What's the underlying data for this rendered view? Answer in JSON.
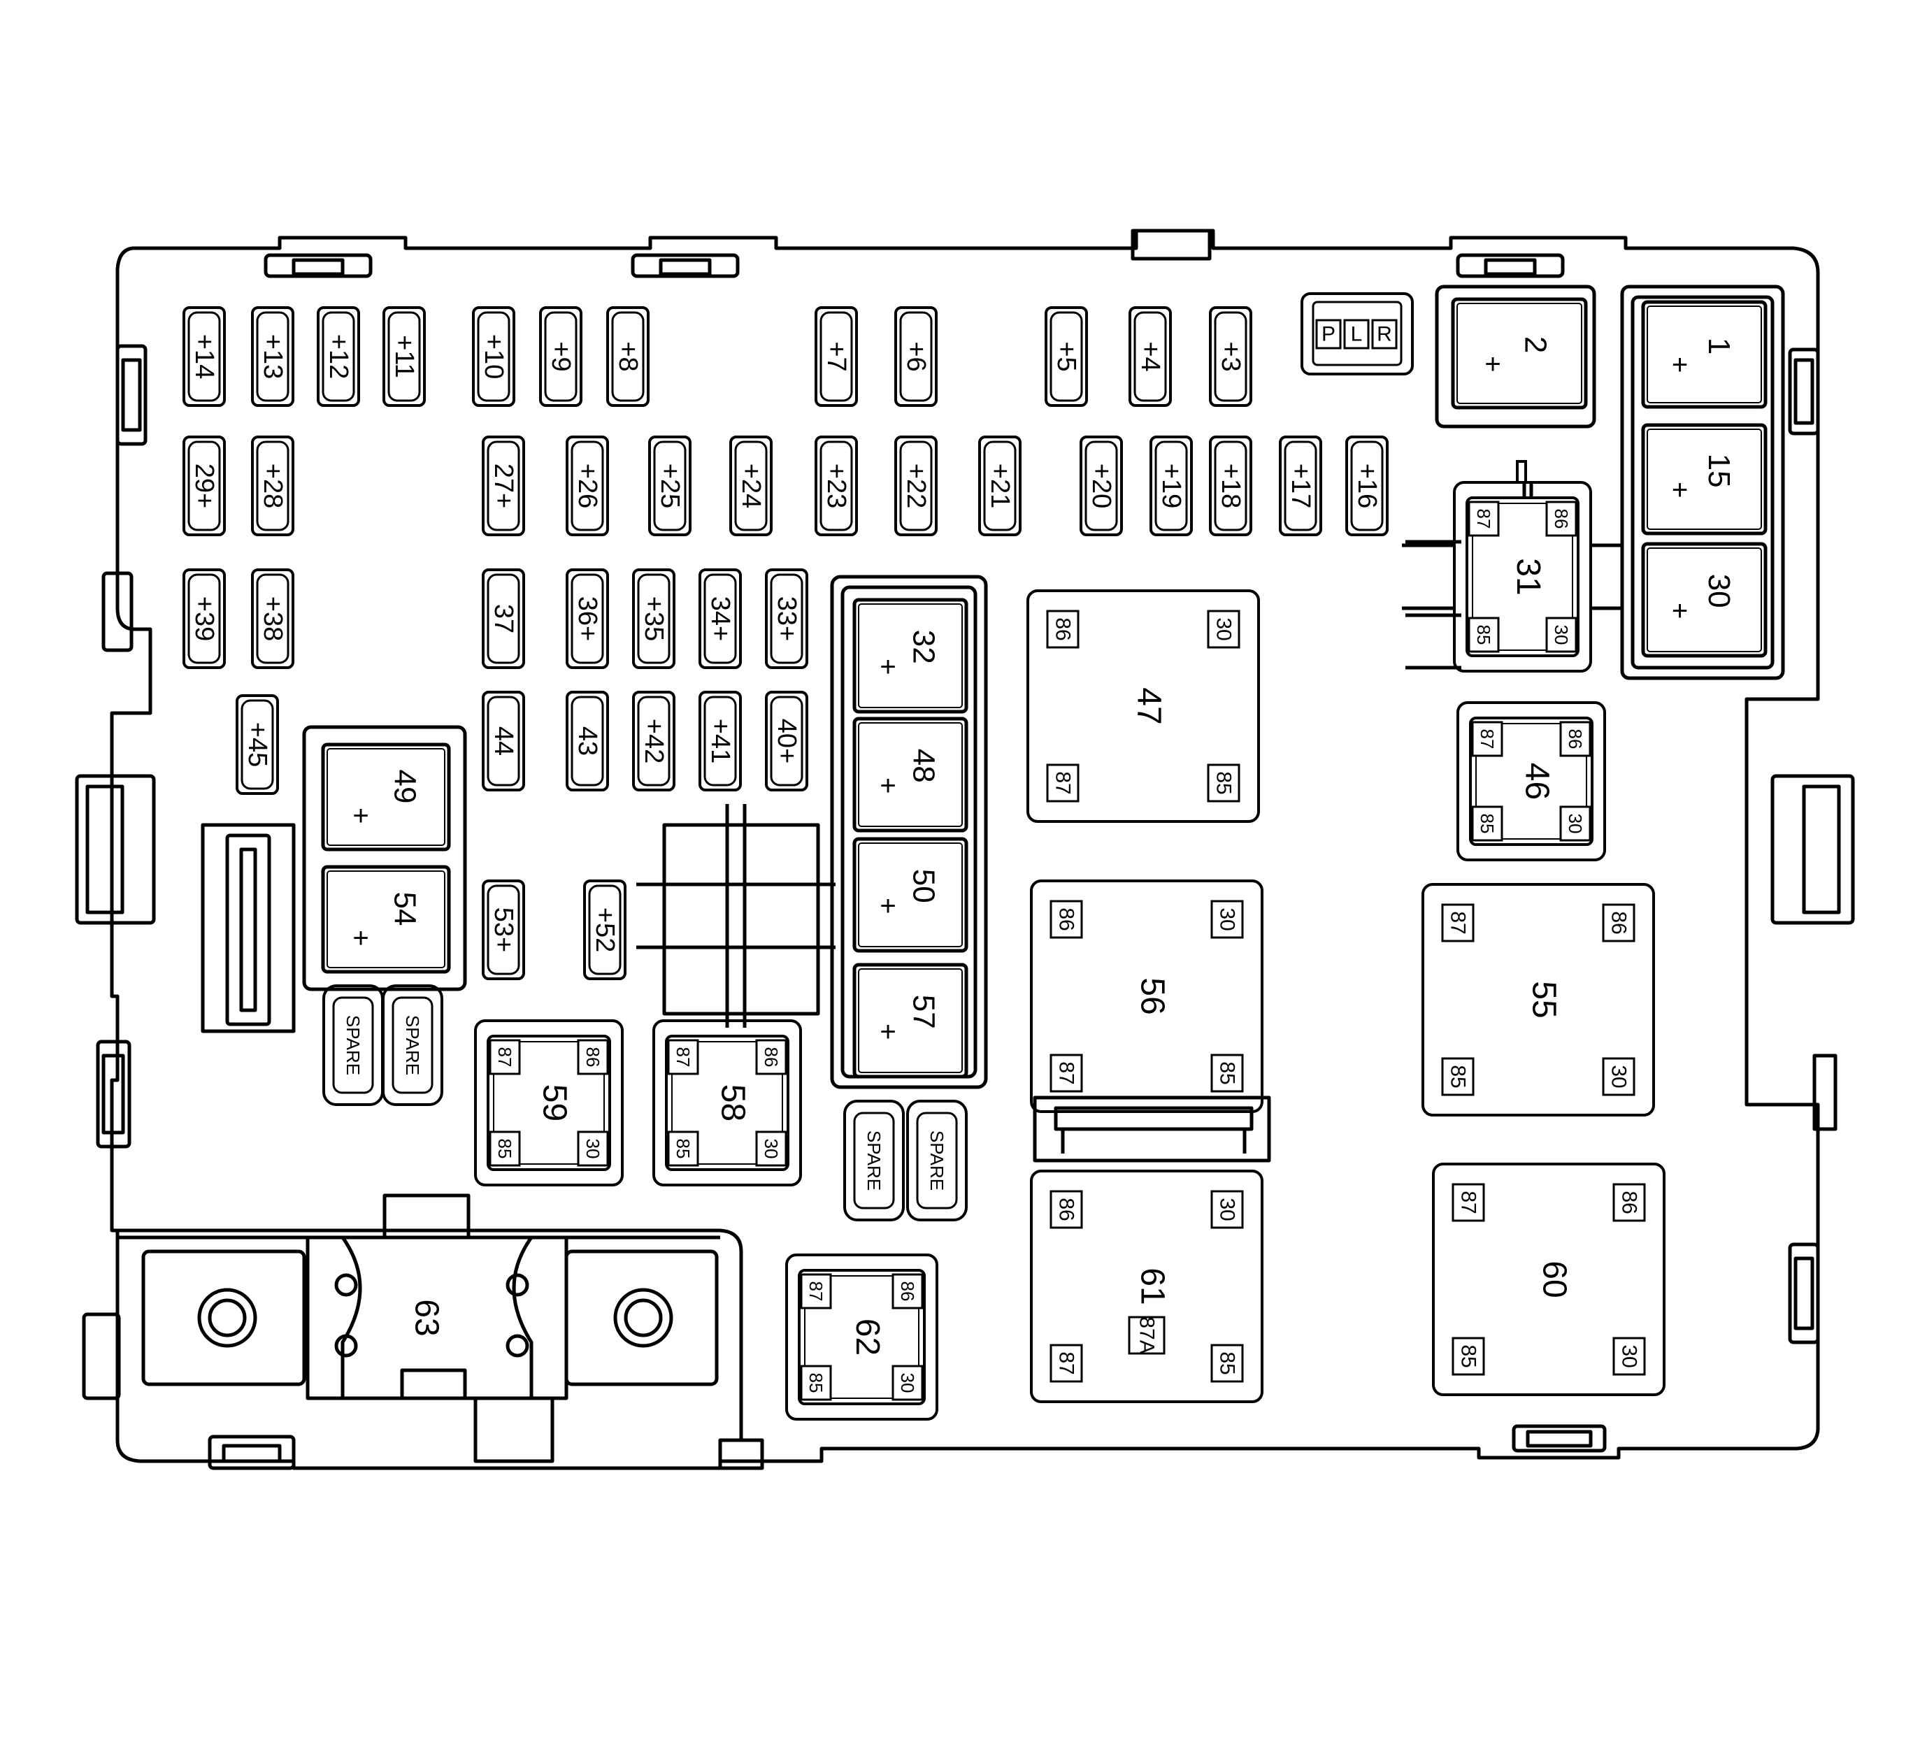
{
  "diagram": {
    "title": "",
    "mini_fuses": [
      {
        "id": "f14",
        "label": "+14",
        "rot": 90
      },
      {
        "id": "f13",
        "label": "+13",
        "rot": 90
      },
      {
        "id": "f12",
        "label": "+12",
        "rot": 90
      },
      {
        "id": "f11",
        "label": "+11",
        "rot": 90
      },
      {
        "id": "f10",
        "label": "+10",
        "rot": 90
      },
      {
        "id": "f9",
        "label": "+9",
        "rot": 90
      },
      {
        "id": "f8",
        "label": "+8",
        "rot": 90
      },
      {
        "id": "f7",
        "label": "+7",
        "rot": 90
      },
      {
        "id": "f6",
        "label": "+6",
        "rot": 90
      },
      {
        "id": "f5",
        "label": "+5",
        "rot": 90
      },
      {
        "id": "f4",
        "label": "+4",
        "rot": 90
      },
      {
        "id": "f3",
        "label": "+3",
        "rot": 90
      },
      {
        "id": "f29",
        "label": "29+",
        "rot": 90
      },
      {
        "id": "f28",
        "label": "+28",
        "rot": 90
      },
      {
        "id": "f27",
        "label": "27+",
        "rot": 90
      },
      {
        "id": "f26",
        "label": "+26",
        "rot": 90
      },
      {
        "id": "f25",
        "label": "+25",
        "rot": 90
      },
      {
        "id": "f24",
        "label": "+24",
        "rot": 90
      },
      {
        "id": "f23",
        "label": "+23",
        "rot": 90
      },
      {
        "id": "f22",
        "label": "+22",
        "rot": 90
      },
      {
        "id": "f21",
        "label": "+21",
        "rot": 90
      },
      {
        "id": "f20",
        "label": "+20",
        "rot": 90
      },
      {
        "id": "f19",
        "label": "+19",
        "rot": 90
      },
      {
        "id": "f18",
        "label": "+18",
        "rot": 90
      },
      {
        "id": "f17",
        "label": "+17",
        "rot": 90
      },
      {
        "id": "f16",
        "label": "+16",
        "rot": 90
      },
      {
        "id": "f39",
        "label": "+39",
        "rot": 90
      },
      {
        "id": "f38",
        "label": "+38",
        "rot": 90
      },
      {
        "id": "f37",
        "label": "37",
        "rot": 90
      },
      {
        "id": "f36",
        "label": "36+",
        "rot": 90
      },
      {
        "id": "f35",
        "label": "+35",
        "rot": 90
      },
      {
        "id": "f34",
        "label": "34+",
        "rot": 90
      },
      {
        "id": "f33",
        "label": "33+",
        "rot": 90
      },
      {
        "id": "f45",
        "label": "+45",
        "rot": 90
      },
      {
        "id": "f44",
        "label": "44",
        "rot": 90
      },
      {
        "id": "f43",
        "label": "43",
        "rot": 90
      },
      {
        "id": "f42",
        "label": "+42",
        "rot": 90
      },
      {
        "id": "f41",
        "label": "+41",
        "rot": 90
      },
      {
        "id": "f40",
        "label": "40+",
        "rot": 90
      },
      {
        "id": "f53",
        "label": "53+",
        "rot": 90
      },
      {
        "id": "f52",
        "label": "+52",
        "rot": 90
      }
    ],
    "cartridge_fuses": [
      {
        "id": "c2",
        "label": "2",
        "plus": "+"
      },
      {
        "id": "c1",
        "label": "1",
        "plus": "+"
      },
      {
        "id": "c15",
        "label": "15",
        "plus": "+"
      },
      {
        "id": "c30",
        "label": "30",
        "plus": "+"
      },
      {
        "id": "c32",
        "label": "32",
        "plus": "+"
      },
      {
        "id": "c48",
        "label": "48",
        "plus": "+"
      },
      {
        "id": "c50",
        "label": "50",
        "plus": "+"
      },
      {
        "id": "c57",
        "label": "57",
        "plus": "+"
      },
      {
        "id": "c49",
        "label": "49",
        "plus": "+"
      },
      {
        "id": "c54",
        "label": "54",
        "plus": "+"
      }
    ],
    "relays": [
      {
        "id": "r31",
        "label": "31",
        "pins": [
          "87",
          "86",
          "85",
          "30"
        ]
      },
      {
        "id": "r46",
        "label": "46",
        "pins": [
          "87",
          "86",
          "85",
          "30"
        ]
      },
      {
        "id": "r59",
        "label": "59",
        "pins": [
          "87",
          "86",
          "85",
          "30"
        ]
      },
      {
        "id": "r58",
        "label": "58",
        "pins": [
          "87",
          "86",
          "85",
          "30"
        ]
      },
      {
        "id": "r62",
        "label": "62",
        "pins": [
          "87",
          "86",
          "85",
          "30"
        ]
      },
      {
        "id": "r47",
        "label": "47",
        "pins": [
          "86",
          "30",
          "87",
          "85"
        ]
      },
      {
        "id": "r56",
        "label": "56",
        "pins": [
          "86",
          "30",
          "87",
          "85"
        ]
      },
      {
        "id": "r61",
        "label": "61",
        "pins": [
          "86",
          "30",
          "87",
          "87A",
          "85"
        ]
      },
      {
        "id": "r55",
        "label": "55",
        "pins": [
          "87",
          "86",
          "85",
          "30"
        ]
      },
      {
        "id": "r60",
        "label": "60",
        "pins": [
          "87",
          "86",
          "85",
          "30"
        ]
      }
    ],
    "spares": [
      "SPARE",
      "SPARE",
      "SPARE",
      "SPARE"
    ],
    "diode": [
      "P",
      "L",
      "R"
    ],
    "mega_fuse": "63"
  }
}
